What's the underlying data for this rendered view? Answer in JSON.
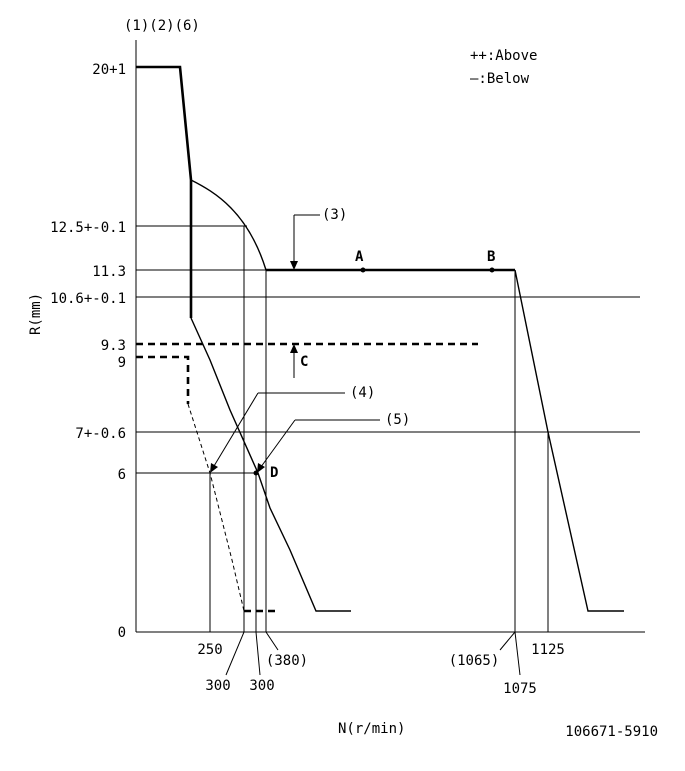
{
  "header_ids": "(1)(2)(6)",
  "legend": {
    "above": "++:Above",
    "below": "—:Below"
  },
  "y_axis_label": "R(mm)",
  "x_axis_label": "N(r/min)",
  "y_ticks": {
    "t20": "20+1",
    "t12_5": "12.5+-0.1",
    "t11_3": "11.3",
    "t10_6": "10.6+-0.1",
    "t9_3": "9.3",
    "t9": "9",
    "t7": "7+-0.6",
    "t6": "6",
    "t0": "0"
  },
  "x_ticks": {
    "x250": "250",
    "x300a": "300",
    "x300b": "300",
    "x380": "(380)",
    "x1065": "(1065)",
    "x1075": "1075",
    "x1125": "1125"
  },
  "callouts": {
    "c3": "(3)",
    "c4": "(4)",
    "c5": "(5)"
  },
  "points": {
    "A": "A",
    "B": "B",
    "C": "C",
    "D": "D"
  },
  "drawing_number": "106671-5910"
}
